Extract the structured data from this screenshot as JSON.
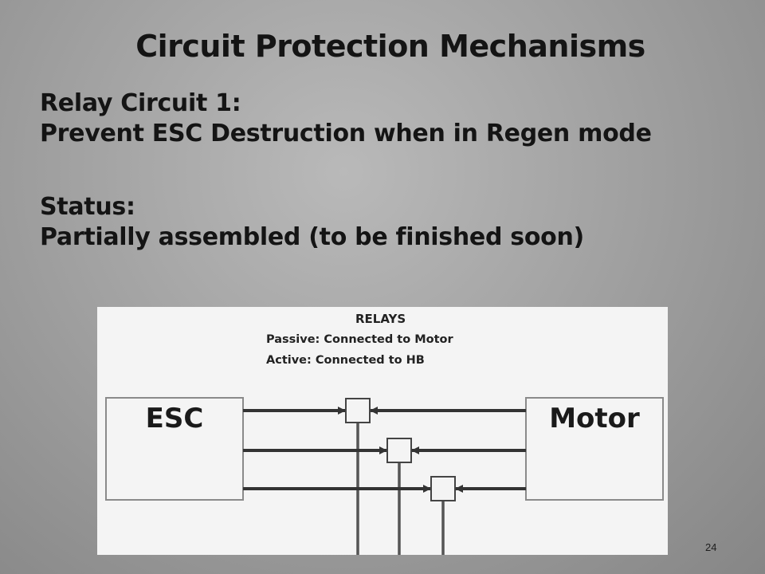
{
  "slide": {
    "title": "Circuit Protection Mechanisms",
    "relay_heading": "Relay Circuit 1:",
    "relay_purpose": "Prevent ESC Destruction when in Regen mode",
    "status_heading": "Status:",
    "status_value": "Partially assembled (to be finished soon)",
    "page_number": "24"
  },
  "diagram": {
    "legend": {
      "title": "RELAYS",
      "passive": "Passive: Connected to Motor",
      "active": "Active: Connected to HB"
    },
    "left_block": "ESC",
    "right_block": "Motor",
    "relay_count": 3
  }
}
